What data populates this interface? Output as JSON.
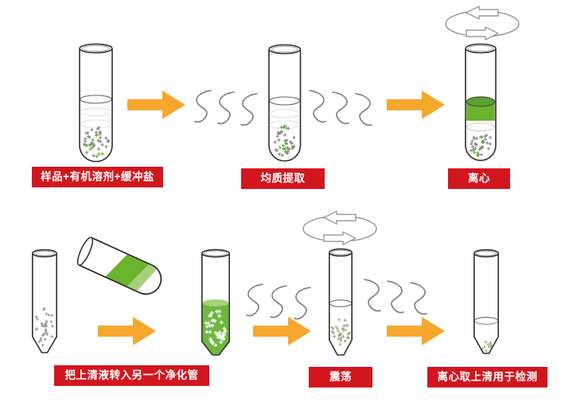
{
  "steps": [
    {
      "label": "样品+有机溶剂+缓冲盐"
    },
    {
      "label": "均质提取"
    },
    {
      "label": "离心"
    },
    {
      "label": "把上清液转入另一个净化管"
    },
    {
      "label": "震荡"
    },
    {
      "label": "离心取上清用于检测"
    }
  ],
  "icons": {
    "flow_arrow": "right-arrow-icon",
    "spin": "rotation-arrows-icon",
    "shake": "shake-squiggle-icon"
  },
  "colors": {
    "banner_red": "#d2161e",
    "arrow_orange": "#f6a72e",
    "green": "#6ab32c",
    "green_band_top": "#5aa22a",
    "green_light": "#a6d07c",
    "outline": "#2d2d2d",
    "squiggle_gray": "#7a7a7a",
    "dot_gray": "#8a8a8a",
    "dot_green": "#5db52d"
  }
}
